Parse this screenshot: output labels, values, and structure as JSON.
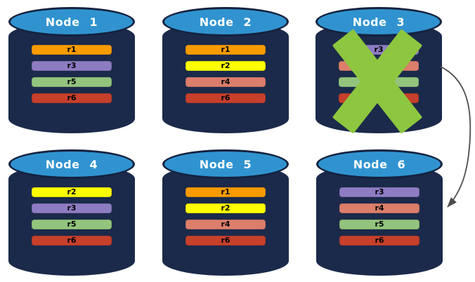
{
  "colors": {
    "background": "#ffffff",
    "cylinder_body": "#1b2a4a",
    "cylinder_top": "#3093d0",
    "cylinder_outline": "#14223f",
    "title_text": "#ffffff",
    "bar_text": "#000000",
    "failure_x": "#8dc63f",
    "arrow": "#4d4d4d"
  },
  "nodes": [
    {
      "title": "Node 1",
      "replicas": [
        {
          "label": "r1",
          "color": "#f89b00"
        },
        {
          "label": "r3",
          "color": "#8e7cc3"
        },
        {
          "label": "r5",
          "color": "#93c47d"
        },
        {
          "label": "r6",
          "color": "#c6402c"
        }
      ]
    },
    {
      "title": "Node 2",
      "replicas": [
        {
          "label": "r1",
          "color": "#f89b00"
        },
        {
          "label": "r2",
          "color": "#feff00"
        },
        {
          "label": "r4",
          "color": "#db7e6b"
        },
        {
          "label": "r6",
          "color": "#c6402c"
        }
      ]
    },
    {
      "title": "Node 3",
      "replicas": [
        {
          "label": "r3",
          "color": "#8e7cc3"
        },
        {
          "label": "r4",
          "color": "#db7e6b"
        },
        {
          "label": "r5",
          "color": "#93c47d"
        },
        {
          "label": "r6",
          "color": "#c6402c"
        }
      ]
    },
    {
      "title": "Node 4",
      "replicas": [
        {
          "label": "r2",
          "color": "#feff00"
        },
        {
          "label": "r3",
          "color": "#8e7cc3"
        },
        {
          "label": "r5",
          "color": "#93c47d"
        },
        {
          "label": "r6",
          "color": "#c6402c"
        }
      ]
    },
    {
      "title": "Node 5",
      "replicas": [
        {
          "label": "r1",
          "color": "#f89b00"
        },
        {
          "label": "r2",
          "color": "#feff00"
        },
        {
          "label": "r4",
          "color": "#db7e6b"
        },
        {
          "label": "r6",
          "color": "#c6402c"
        }
      ]
    },
    {
      "title": "Node 6",
      "replicas": [
        {
          "label": "r3",
          "color": "#8e7cc3"
        },
        {
          "label": "r4",
          "color": "#db7e6b"
        },
        {
          "label": "r5",
          "color": "#93c47d"
        },
        {
          "label": "r6",
          "color": "#c6402c"
        }
      ]
    }
  ],
  "annotations": {
    "failed_node": "Node 3",
    "failover_arrow": {
      "from": "Node 3",
      "to": "Node 6"
    }
  }
}
